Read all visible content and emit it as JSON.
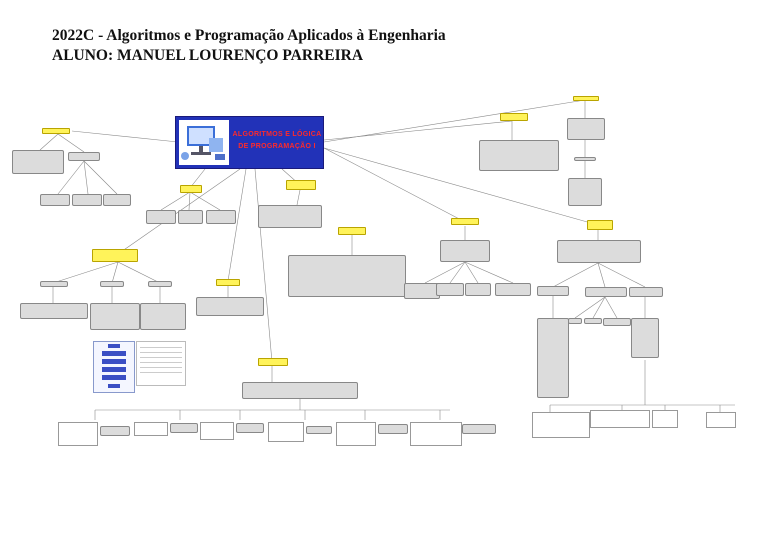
{
  "header": {
    "course": "2022C - Algoritmos e Programação Aplicados à Engenharia",
    "student": "ALUNO: MANUEL LOURENÇO PARREIRA"
  },
  "central": {
    "title_line1": "ALGORITMOS E LÓGICA",
    "title_line2": "DE PROGRAMAÇÃO I"
  },
  "colors": {
    "central_bg": "#2232b8",
    "central_title": "#ff2a2a",
    "yellow_node": "#fff35a",
    "gray_node": "#dcdcdc",
    "link": "#8a8a8a"
  }
}
